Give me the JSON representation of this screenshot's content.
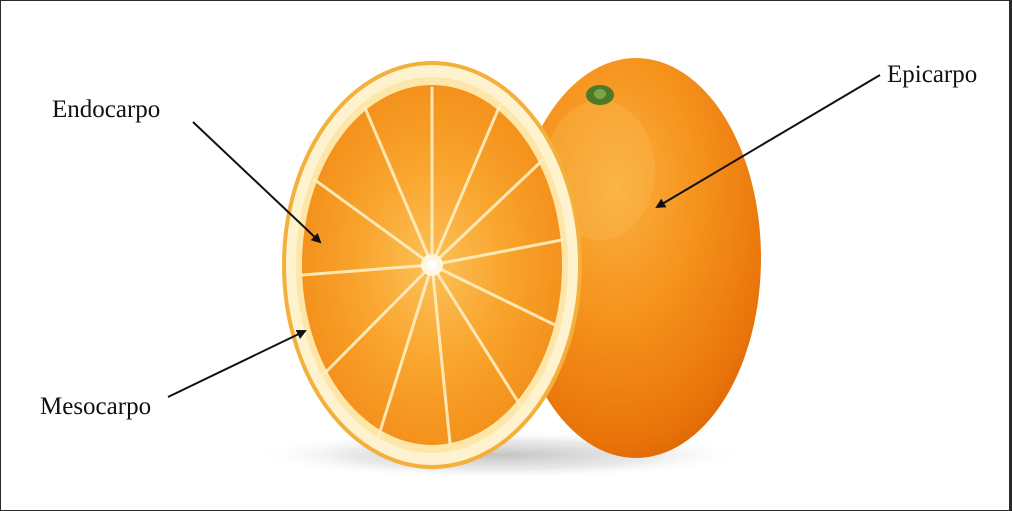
{
  "labels": {
    "endocarp": "Endocarpo",
    "epicarp": "Epicarpo",
    "mesocarp": "Mesocarpo"
  },
  "colors": {
    "peel": "#f08a10",
    "pulp": "#f79a25",
    "pith": "#fff3cf",
    "arrow": "#111111",
    "stem": "#4d7a2a"
  }
}
